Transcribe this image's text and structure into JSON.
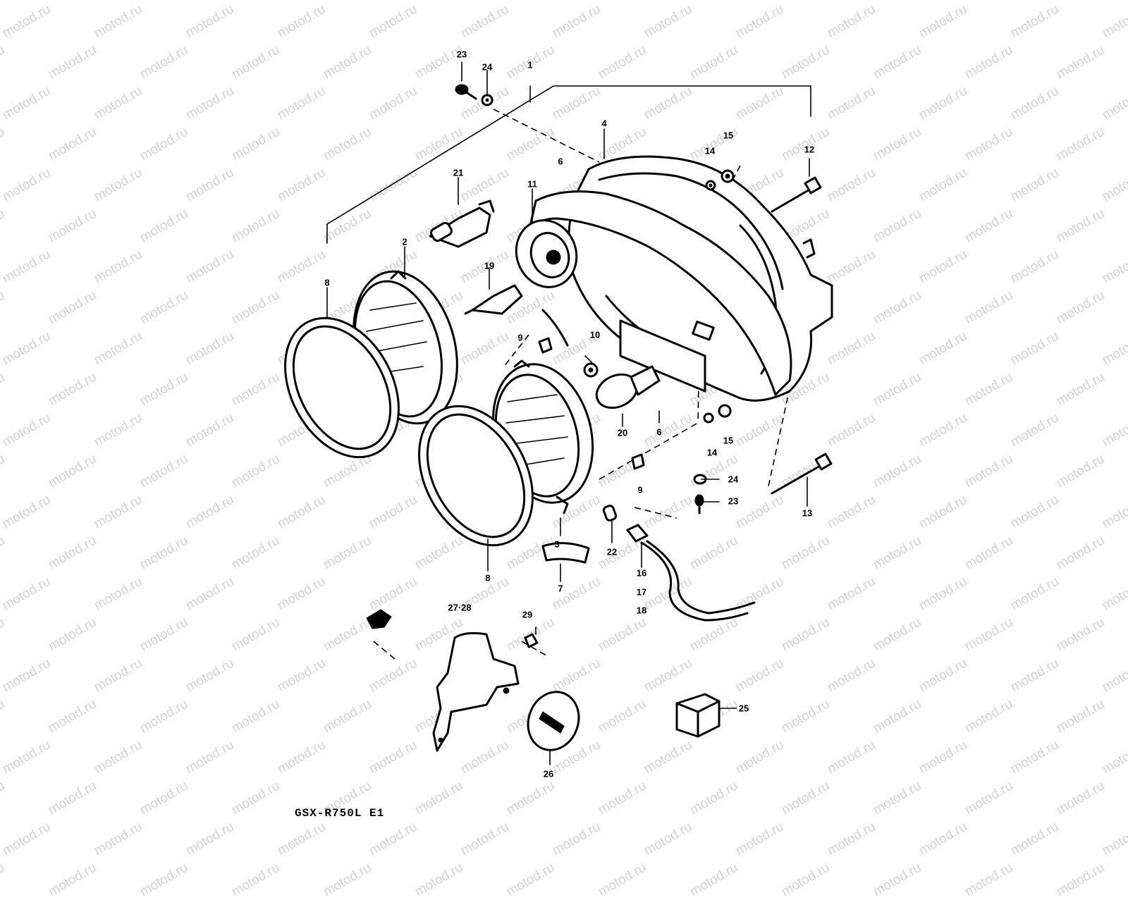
{
  "watermark": {
    "text": "motod.ru",
    "color": "#d3d3d3"
  },
  "model_label": "GSX-R750L E1",
  "parts": [
    {
      "id": "p1",
      "number": "1"
    },
    {
      "id": "p2",
      "number": "2"
    },
    {
      "id": "p3",
      "number": "3"
    },
    {
      "id": "p4",
      "number": "4"
    },
    {
      "id": "p6a",
      "number": "6"
    },
    {
      "id": "p6b",
      "number": "6"
    },
    {
      "id": "p7",
      "number": "7"
    },
    {
      "id": "p8a",
      "number": "8"
    },
    {
      "id": "p8b",
      "number": "8"
    },
    {
      "id": "p9a",
      "number": "9"
    },
    {
      "id": "p9b",
      "number": "9"
    },
    {
      "id": "p10",
      "number": "10"
    },
    {
      "id": "p11",
      "number": "11"
    },
    {
      "id": "p12",
      "number": "12"
    },
    {
      "id": "p13",
      "number": "13"
    },
    {
      "id": "p14a",
      "number": "14"
    },
    {
      "id": "p14b",
      "number": "14"
    },
    {
      "id": "p15a",
      "number": "15"
    },
    {
      "id": "p15b",
      "number": "15"
    },
    {
      "id": "p16",
      "number": "16"
    },
    {
      "id": "p17",
      "number": "17"
    },
    {
      "id": "p18",
      "number": "18"
    },
    {
      "id": "p19",
      "number": "19"
    },
    {
      "id": "p20",
      "number": "20"
    },
    {
      "id": "p21",
      "number": "21"
    },
    {
      "id": "p22",
      "number": "22"
    },
    {
      "id": "p23a",
      "number": "23"
    },
    {
      "id": "p23b",
      "number": "23"
    },
    {
      "id": "p24a",
      "number": "24"
    },
    {
      "id": "p24b",
      "number": "24"
    },
    {
      "id": "p25",
      "number": "25"
    },
    {
      "id": "p26",
      "number": "26"
    },
    {
      "id": "p27",
      "number": "27·28"
    },
    {
      "id": "p29",
      "number": "29"
    }
  ]
}
